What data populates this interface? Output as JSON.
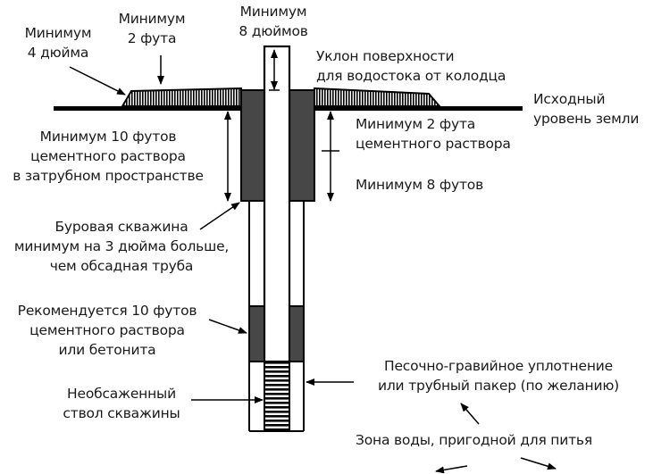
{
  "diagram": {
    "title": "Well construction cross-section",
    "colors": {
      "line": "#000000",
      "grout": "#474747",
      "background": "#ffffff",
      "text": "#1a1a1a"
    },
    "labels": {
      "min_4_inches": [
        "Минимум",
        "4 дюйма"
      ],
      "min_2_feet_top": [
        "Минимум",
        "2 фута"
      ],
      "min_8_inches": [
        "Минимум",
        "8 дюймов"
      ],
      "surface_slope": [
        "Уклон поверхности",
        "для водостока от колодца"
      ],
      "original_grade": [
        "Исходный",
        "уровень земли"
      ],
      "min_2_feet_grout": [
        "Минимум 2 фута",
        "цементного раствора"
      ],
      "min_8_feet": [
        "Минимум 8 футов"
      ],
      "min_10_feet_annular": [
        "Минимум 10 футов",
        "цементного раствора",
        "в затрубном пространстве"
      ],
      "borehole": [
        "Буровая скважина",
        "минимум на 3 дюйма больше,",
        "чем обсадная труба"
      ],
      "recommended_10_feet": [
        "Рекомендуется 10 футов",
        "цементного раствора",
        "или бетонита"
      ],
      "uncased_borehole": [
        "Необсаженный",
        "ствол скважины"
      ],
      "sand_gravel_seal": [
        "Песочно-гравийное уплотнение",
        "или трубный пакер (по желанию)"
      ],
      "potable_water_zone": [
        "Зона воды, пригодной для питья"
      ]
    }
  }
}
